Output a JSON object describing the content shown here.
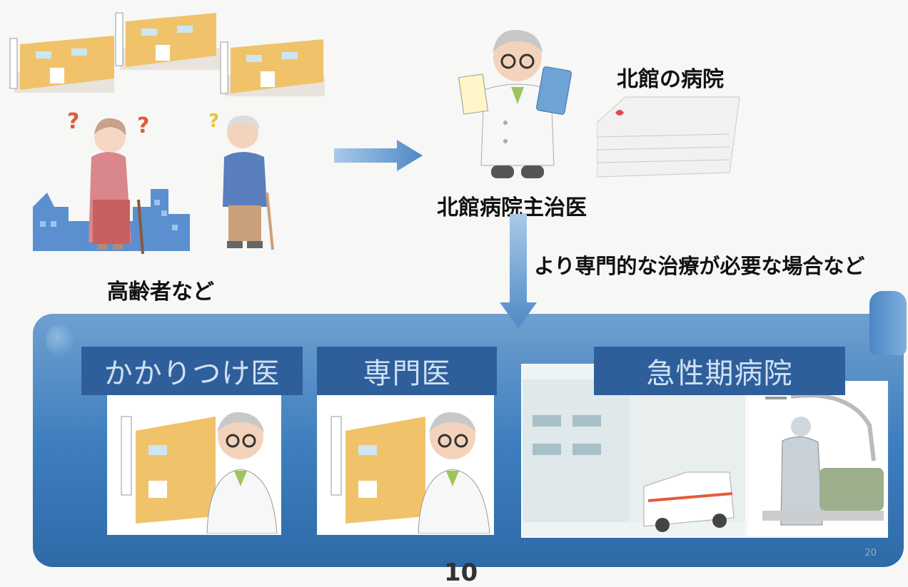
{
  "labels": {
    "hospital_north": "北館の病院",
    "attending_doctor": "北館病院主治医",
    "elderly": "高齢者など",
    "flow_condition": "より専門的な治療が必要な場合など"
  },
  "destinations": [
    {
      "label": "かかりつけ医"
    },
    {
      "label": "専門医"
    },
    {
      "label": "急性期病院"
    }
  ],
  "page_number": "20",
  "footer_number": "10",
  "colors": {
    "panel_blue": "#3f7fbf",
    "heading_bg": "#2f5f9a",
    "arrow_blue": "#6fa3d6",
    "building_tan": "#f0c36a"
  }
}
